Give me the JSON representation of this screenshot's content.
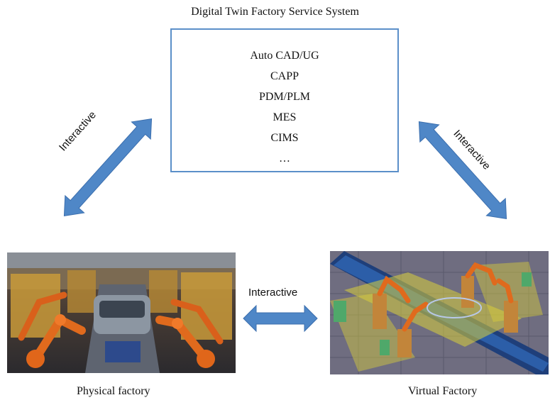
{
  "title": "Digital Twin Factory Service System",
  "service_system": {
    "items": [
      "Auto CAD/UG",
      "CAPP",
      "PDM/PLM",
      "MES",
      "CIMS",
      "…"
    ]
  },
  "arrows": {
    "left_label": "Interactive",
    "right_label": "Interactive",
    "bottom_label": "Interactive"
  },
  "captions": {
    "physical": "Physical factory",
    "virtual": "Virtual Factory"
  },
  "colors": {
    "arrow": "#4f87c7",
    "box_border": "#5b8fc9"
  }
}
